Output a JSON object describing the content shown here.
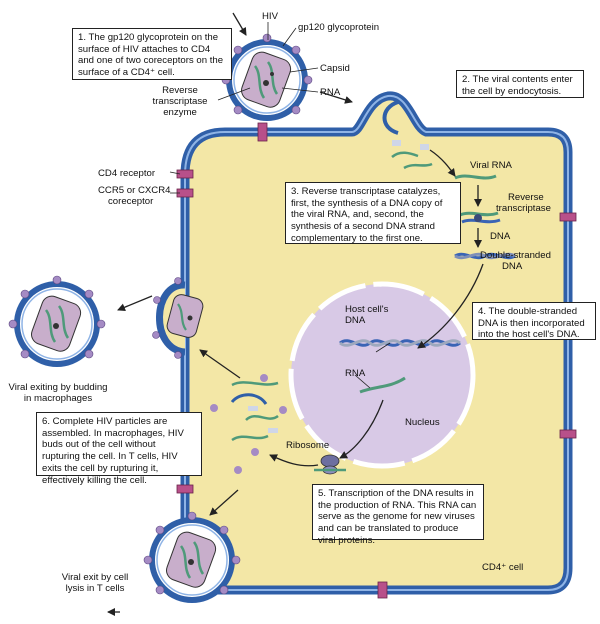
{
  "steps": {
    "s1": "1. The gp120 glycoprotein on the surface of HIV attaches to CD4 and one of two coreceptors on the surface of a CD4⁺ cell.",
    "s2": "2. The viral contents enter the cell by endocytosis.",
    "s3": "3. Reverse transcriptase catalyzes, first, the synthesis of a DNA copy of the viral RNA, and, second, the synthesis of a second DNA strand complementary to the first one.",
    "s4": "4. The double-stranded DNA is then incorporated into the host cell's DNA.",
    "s5": "5. Transcription of the DNA results in the production of RNA. This RNA can serve as the genome for new viruses and can be translated to produce viral proteins.",
    "s6": "6. Complete HIV particles are assembled. In macrophages, HIV buds out of the cell without rupturing the cell. In T cells, HIV exits the cell by rupturing it, effectively killing the cell."
  },
  "labels": {
    "hiv": "HIV",
    "gp120": "gp120 glycoprotein",
    "capsid": "Capsid",
    "rna": "RNA",
    "rt_enzyme_1": "Reverse",
    "rt_enzyme_2": "transcriptase",
    "rt_enzyme_3": "enzyme",
    "cd4_receptor": "CD4 receptor",
    "coreceptor_1": "CCR5 or CXCR4",
    "coreceptor_2": "coreceptor",
    "viral_rna": "Viral RNA",
    "rt_1": "Reverse",
    "rt_2": "transcriptase",
    "dna": "DNA",
    "ds_dna_1": "Double-stranded",
    "ds_dna_2": "DNA",
    "host_dna_1": "Host cell's",
    "host_dna_2": "DNA",
    "nucleus_rna": "RNA",
    "nucleus": "Nucleus",
    "ribosome": "Ribosome",
    "budding_1": "Viral exiting by budding",
    "budding_2": "in macrophages",
    "lysis_1": "Viral exit by cell",
    "lysis_2": "lysis in T cells",
    "cell": "CD4⁺ cell"
  },
  "colors": {
    "cytoplasm": "#f3e7a6",
    "membrane": "#2f5fa8",
    "membrane_inner": "#5b8ed6",
    "nucleus": "#d8c9e6",
    "nucleus_edge": "#ffffff",
    "virus_core": "#c8aecb",
    "rna_strand": "#4f9a7a",
    "dna_strand": "#3a64b5",
    "receptor": "#b8508a",
    "knob": "#a58bc4",
    "arrow": "#222222"
  }
}
